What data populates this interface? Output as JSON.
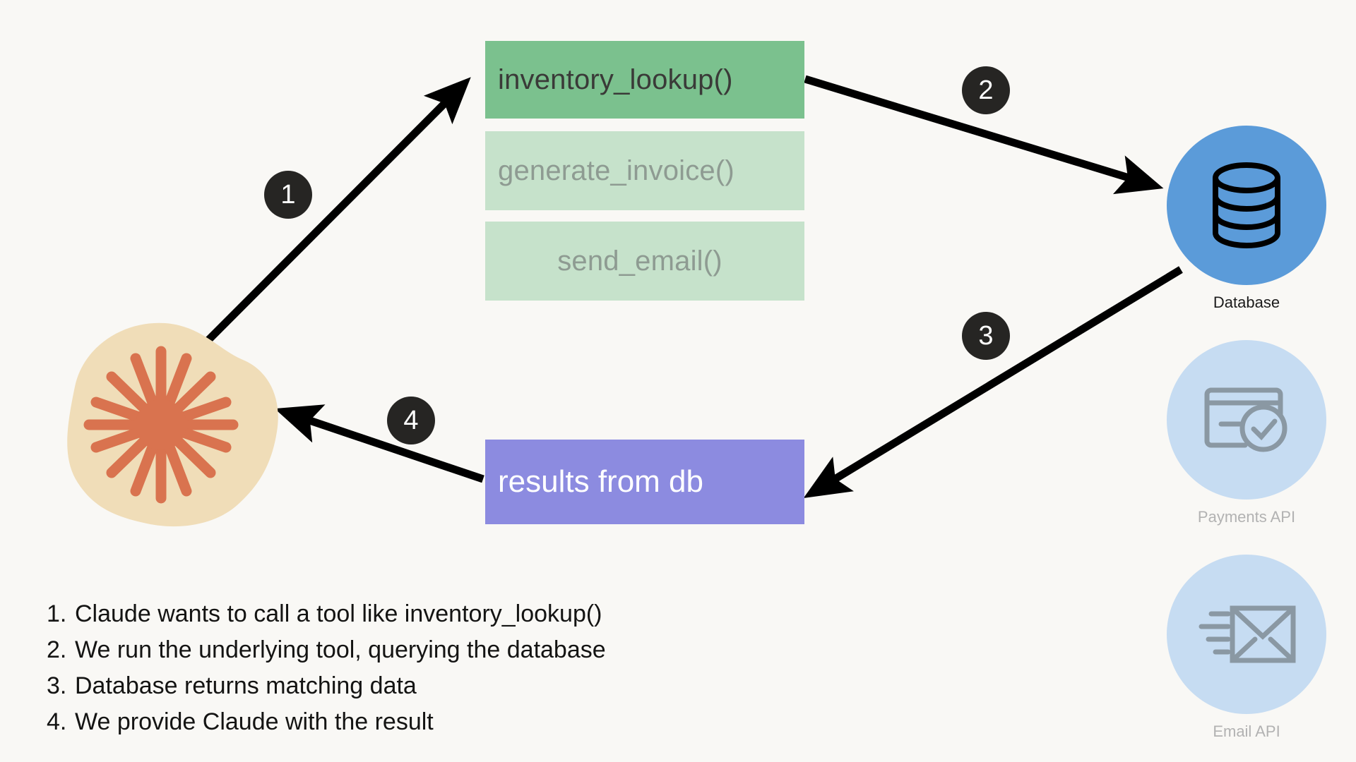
{
  "canvas": {
    "background": "#F9F8F5",
    "accents": {
      "active_tool": "#7BC18E",
      "inactive_tool": "#C6E2CB",
      "result": "#8C8BE0",
      "database": "#5B9BD9",
      "inactive_service": "#C6DCF2",
      "claude_blob": "#F0DDB8",
      "claude_rays": "#D9734F",
      "badge": "#262523",
      "arrow": "#000000"
    }
  },
  "claude": {
    "name": "claude-starburst-logo",
    "icon": "claude-starburst-icon"
  },
  "tools": [
    {
      "label": "inventory_lookup()",
      "state": "active",
      "icon": "tool-box-icon"
    },
    {
      "label": "generate_invoice()",
      "state": "inactive",
      "icon": "tool-box-icon"
    },
    {
      "label": "send_email()",
      "state": "inactive",
      "icon": "tool-box-icon"
    }
  ],
  "result": {
    "label": "results from db"
  },
  "services": [
    {
      "label": "Database",
      "icon": "database-cylinder-icon",
      "state": "active"
    },
    {
      "label": "Payments API",
      "icon": "credit-card-check-icon",
      "state": "inactive"
    },
    {
      "label": "Email API",
      "icon": "envelope-send-icon",
      "state": "inactive"
    }
  ],
  "badges": [
    {
      "number": "1"
    },
    {
      "number": "2"
    },
    {
      "number": "3"
    },
    {
      "number": "4"
    }
  ],
  "steps": [
    {
      "num": "1.",
      "text": "Claude wants to call a tool like inventory_lookup()"
    },
    {
      "num": "2.",
      "text": "We run the underlying tool, querying the database"
    },
    {
      "num": "3.",
      "text": "Database returns matching data"
    },
    {
      "num": "4.",
      "text": "We provide Claude with the result"
    }
  ],
  "arrows": [
    {
      "name": "arrow-claude-to-tool",
      "from": "claude",
      "to": "inventory_lookup()",
      "badge": "1"
    },
    {
      "name": "arrow-tool-to-database",
      "from": "inventory_lookup()",
      "to": "Database",
      "badge": "2"
    },
    {
      "name": "arrow-database-to-result",
      "from": "Database",
      "to": "results from db",
      "badge": "3"
    },
    {
      "name": "arrow-result-to-claude",
      "from": "results from db",
      "to": "claude",
      "badge": "4"
    }
  ]
}
